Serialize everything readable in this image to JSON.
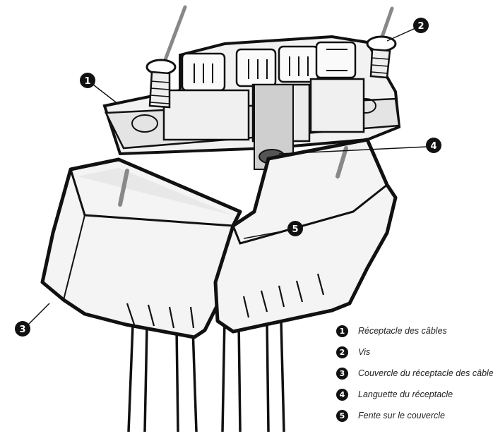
{
  "legend": [
    {
      "num": "1",
      "text": "Réceptacle des câbles"
    },
    {
      "num": "2",
      "text": "Vis"
    },
    {
      "num": "3",
      "text": "Couvercle du réceptacle des câbles"
    },
    {
      "num": "4",
      "text": "Languette du réceptacle"
    },
    {
      "num": "5",
      "text": "Fente sur le couvercle"
    }
  ],
  "callouts": [
    "1",
    "2",
    "3",
    "4",
    "5"
  ],
  "colors": {
    "ink": "#111111",
    "shade": "#d9d9d9",
    "light": "#f4f4f4",
    "line": "#444444"
  }
}
